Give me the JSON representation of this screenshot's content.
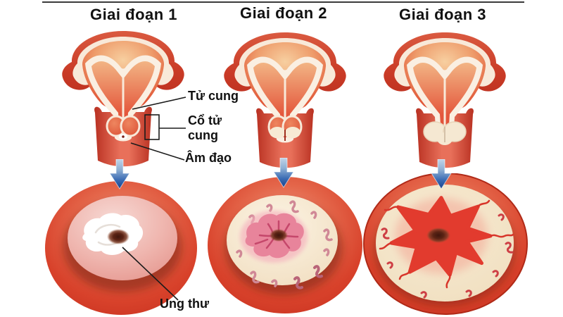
{
  "stages": [
    {
      "title": "Giai đoạn 1"
    },
    {
      "title": "Giai đoạn 2"
    },
    {
      "title": "Giai đoạn 3"
    }
  ],
  "labels": {
    "uterus": "Tử cung",
    "cervix": "Cổ tử cung",
    "vagina": "Âm đạo",
    "cancer": "Ung thư"
  },
  "colors": {
    "outer_red": "#D63B26",
    "salmon_highlight": "#ED9B85",
    "inner_pink": "#EFB3AC",
    "cream": "#F6E7CF",
    "tumor_pink": "#E8849B",
    "tumor_red": "#E23B2E",
    "lesion_white": "#FFFFFF",
    "os_dark_brown": "#4A1D12",
    "arrow_blue": "#1F4FA0",
    "label_text": "#111111"
  }
}
